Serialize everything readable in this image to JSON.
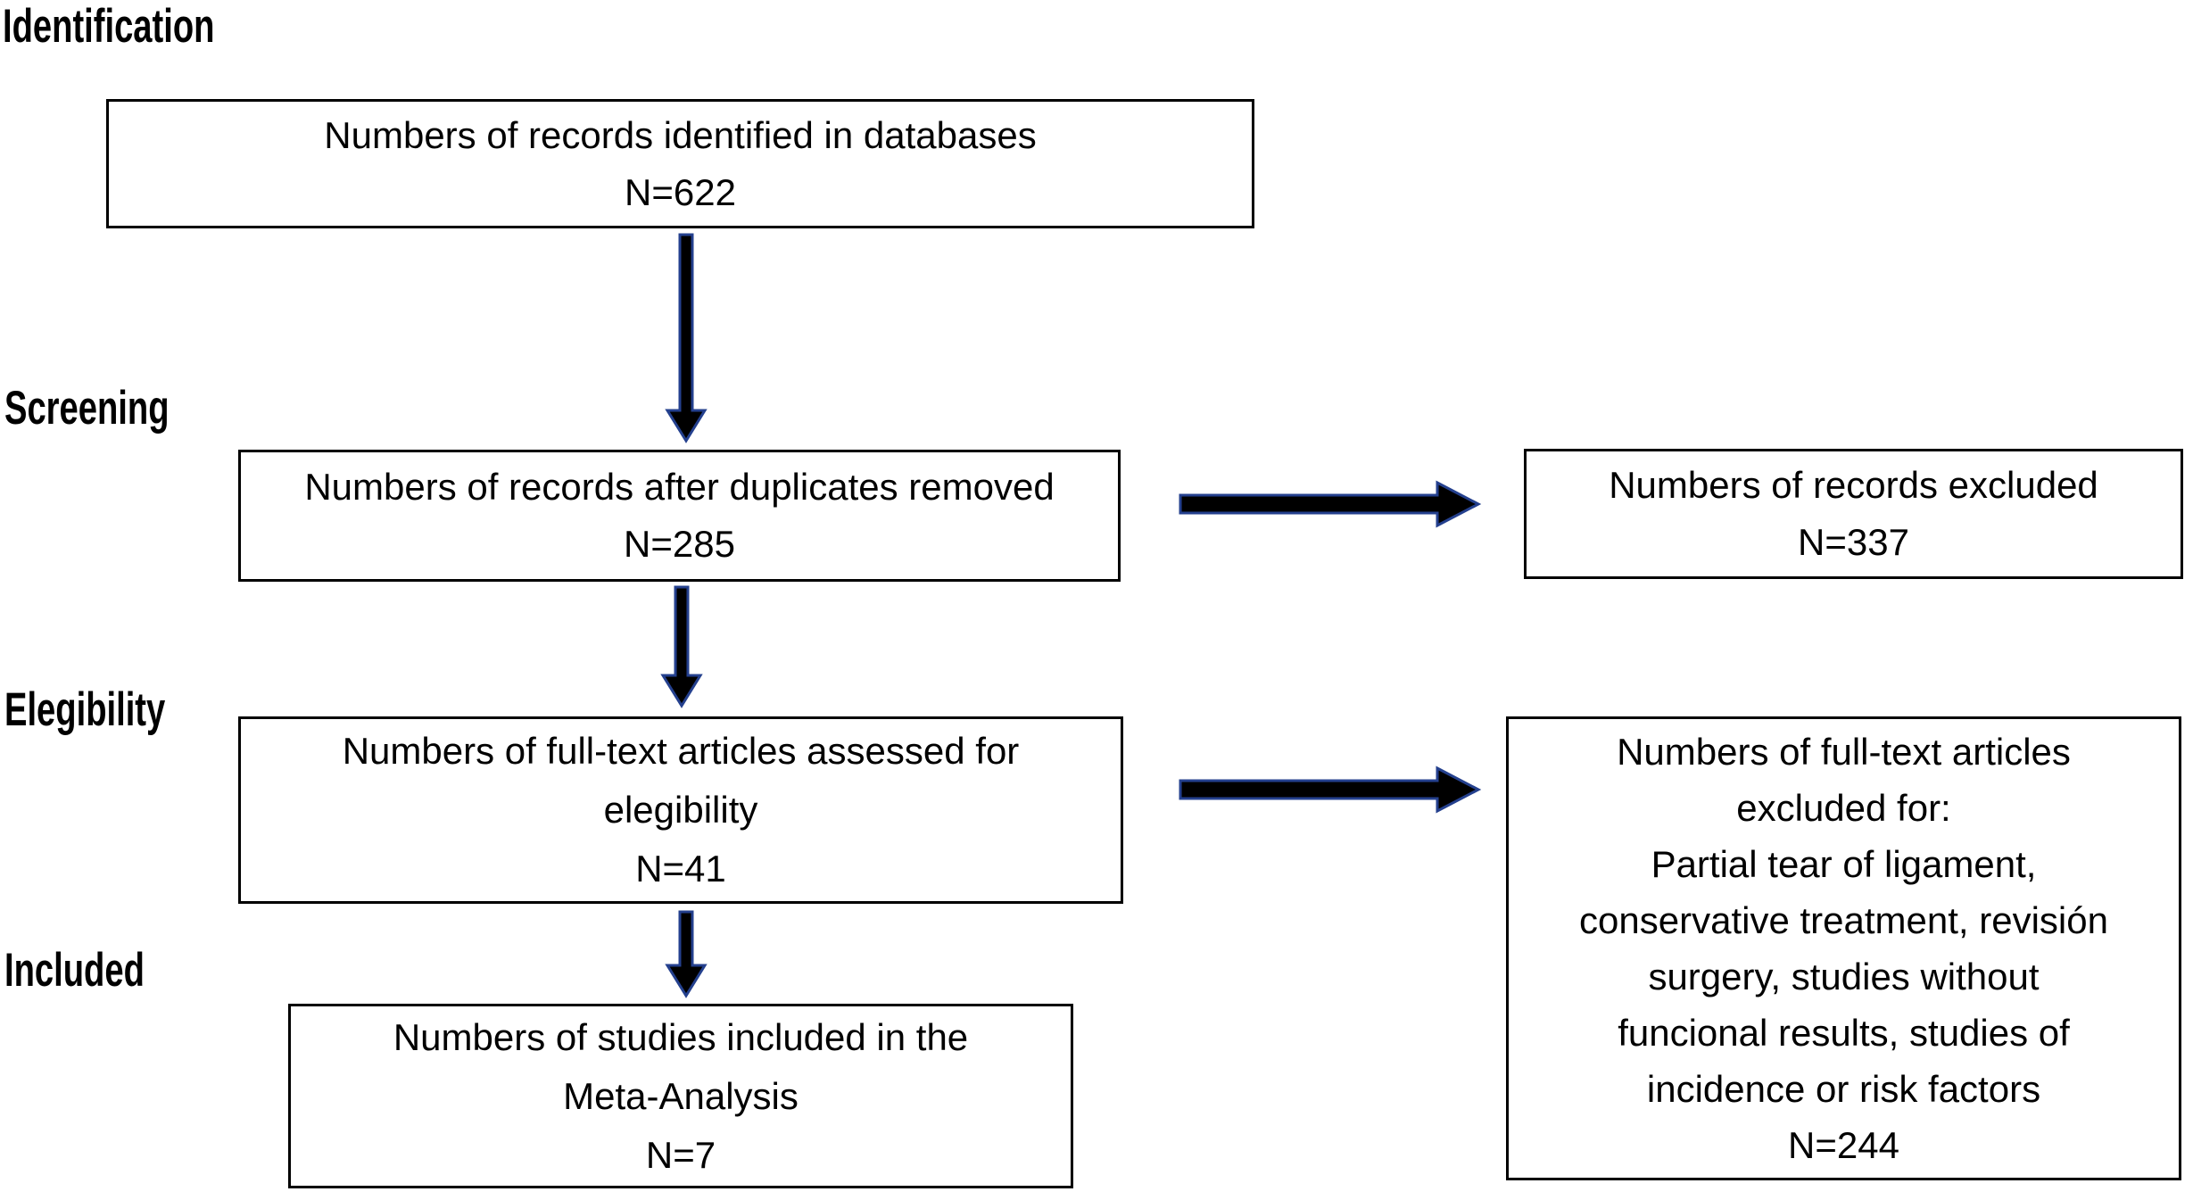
{
  "stages": {
    "identification": "Identification",
    "screening": "Screening",
    "elegibility": "Elegibility",
    "included": "Included"
  },
  "boxes": {
    "identified": {
      "line1": "Numbers of records identified in databases",
      "count": "N=622"
    },
    "deduplicated": {
      "line1": "Numbers of records after duplicates removed",
      "count": "N=285"
    },
    "records_excluded": {
      "line1": "Numbers of records excluded",
      "count": "N=337"
    },
    "fulltext_assessed": {
      "line1": "Numbers of full-text articles assessed for",
      "line2": "elegibility",
      "count": "N=41"
    },
    "fulltext_excluded": {
      "line1": "Numbers of full-text articles",
      "line2": "excluded for:",
      "line3": "Partial tear of ligament,",
      "line4": "conservative treatment, revisión",
      "line5": "surgery, studies without",
      "line6": "funcional results, studies of",
      "line7": "incidence or risk factors",
      "count": "N=244"
    },
    "included_studies": {
      "line1": "Numbers of studies included in the",
      "line2": "Meta-Analysis",
      "count": "N=7"
    }
  },
  "colors": {
    "background": "#ffffff",
    "text": "#000000",
    "box_border": "#000000",
    "arrow_fill": "#000000",
    "arrow_outline": "#24408e"
  }
}
